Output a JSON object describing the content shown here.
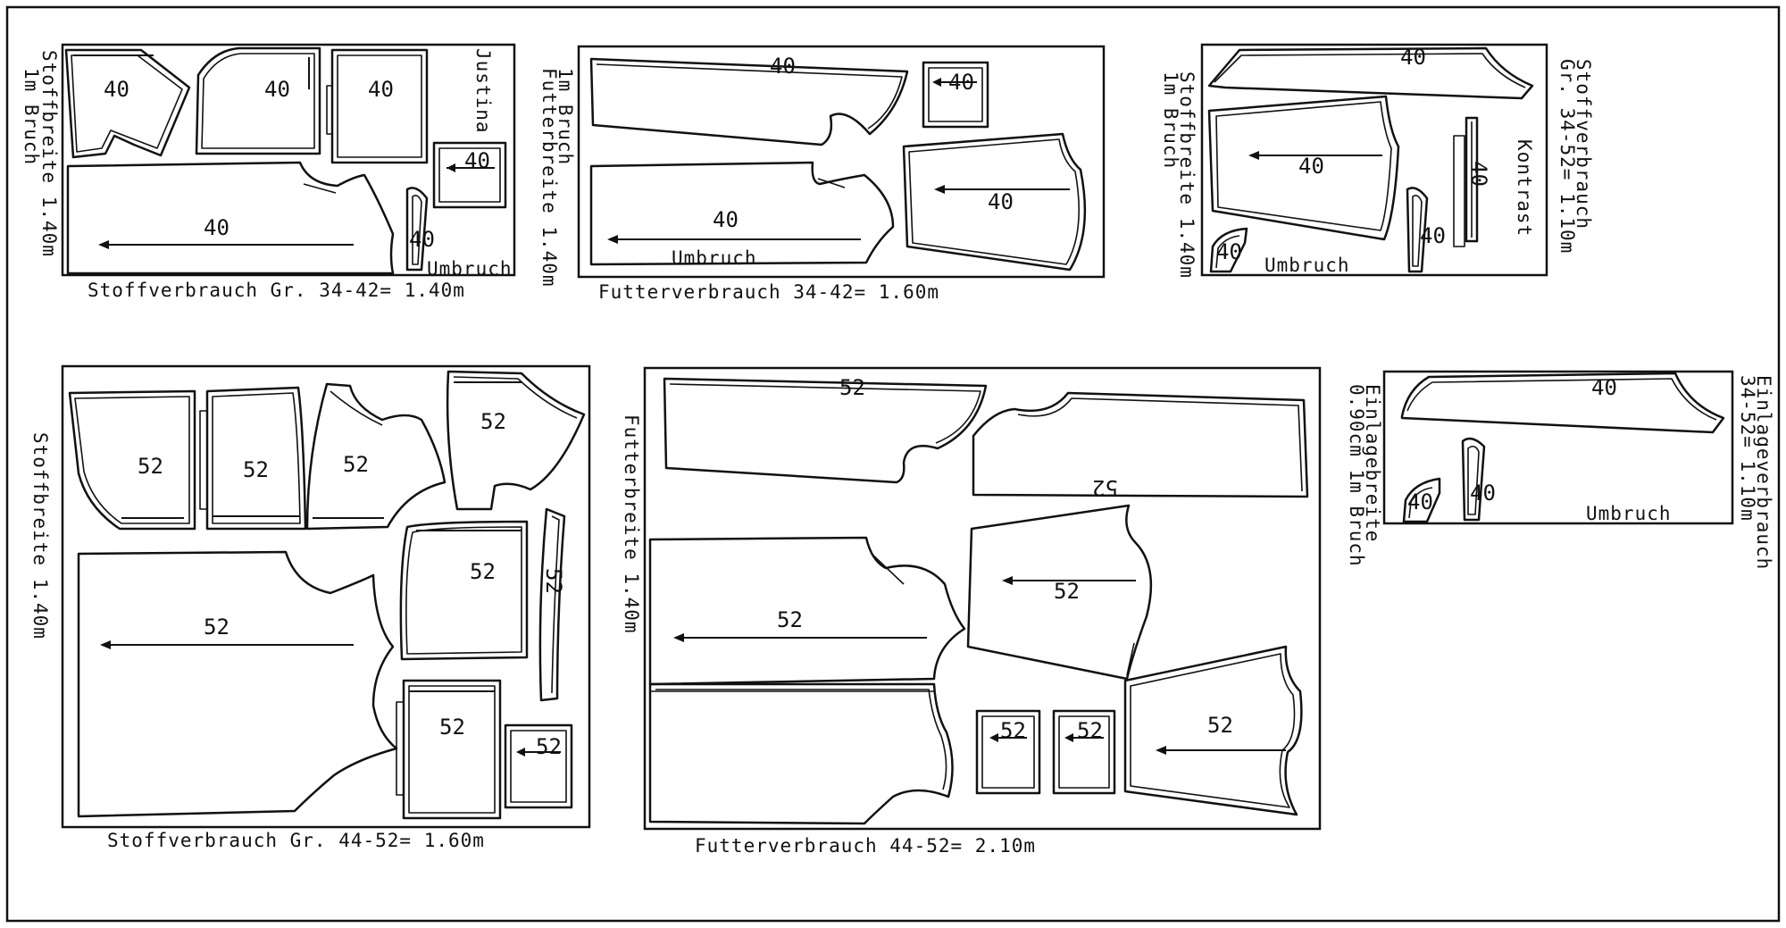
{
  "colors": {
    "ink": "#111111",
    "paper": "#ffffff"
  },
  "markers": {
    "dash": "—",
    "arrow_head": "◀"
  },
  "layouts": {
    "a": {
      "bottom_label": "Stoffverbrauch Gr. 34-42= 1.40m",
      "side_label_1": "Stoffbreite 1.40m",
      "side_label_2": "1m Bruch",
      "tag": "Justina",
      "fold": "Umbruch",
      "size": "40"
    },
    "b": {
      "bottom_label": "Futterverbrauch 34-42= 1.60m",
      "side_label_1": "Futterbreite 1.40m",
      "side_label_2": "1m Bruch",
      "fold": "Umbruch",
      "size": "40"
    },
    "c": {
      "side_label_1": "Stoffbreite 1.40m",
      "side_label_2": "1m Bruch",
      "right_label_1": "Stoffverbrauch",
      "right_label_2": "Gr. 34-52= 1.10m",
      "tag": "Kontrast",
      "fold": "Umbruch",
      "size": "40"
    },
    "d": {
      "bottom_label": "Stoffverbrauch Gr. 44-52= 1.60m",
      "side_label": "Stoffbreite 1.40m",
      "size": "52"
    },
    "e": {
      "bottom_label": "Futterverbrauch 44-52= 2.10m",
      "side_label": "Futterbreite 1.40m",
      "size": "52"
    },
    "f": {
      "left_label_1": "Einlagebreite",
      "left_label_2": "0.90cm 1m Bruch",
      "right_label_1": "Einlageverbrauch",
      "right_label_2": "34-52= 1.10m",
      "fold": "Umbruch",
      "size": "40"
    }
  }
}
